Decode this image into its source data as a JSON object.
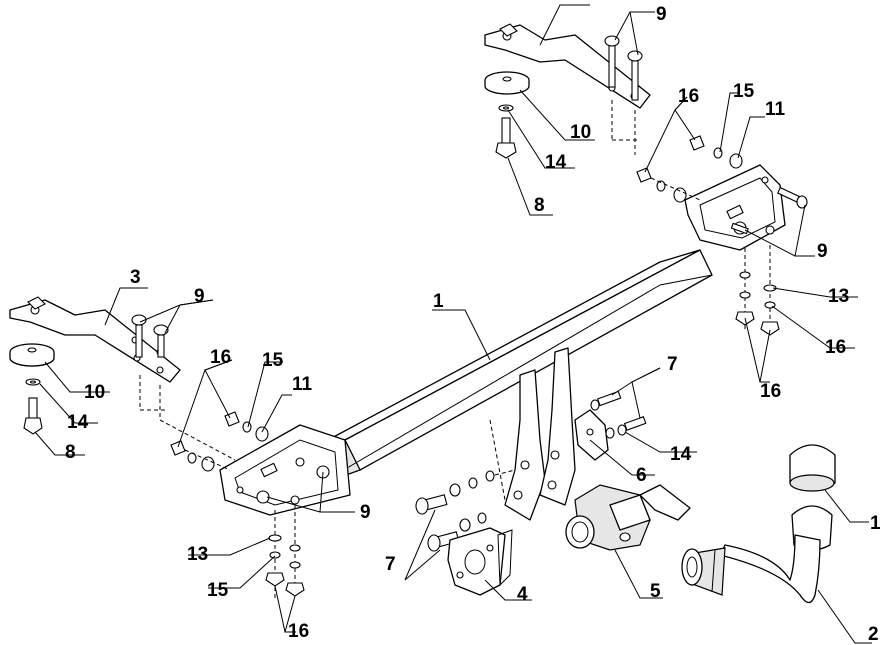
{
  "diagram": {
    "callouts": [
      {
        "id": "c1",
        "text": "1"
      },
      {
        "id": "c1b",
        "text": "1"
      },
      {
        "id": "c2",
        "text": "2"
      },
      {
        "id": "c3",
        "text": "3"
      },
      {
        "id": "c4",
        "text": "4"
      },
      {
        "id": "c5",
        "text": "5"
      },
      {
        "id": "c6",
        "text": "6"
      },
      {
        "id": "c7a",
        "text": "7"
      },
      {
        "id": "c7b",
        "text": "7"
      },
      {
        "id": "c8a",
        "text": "8"
      },
      {
        "id": "c8b",
        "text": "8"
      },
      {
        "id": "c9a",
        "text": "9"
      },
      {
        "id": "c9b",
        "text": "9"
      },
      {
        "id": "c9c",
        "text": "9"
      },
      {
        "id": "c9d",
        "text": "9"
      },
      {
        "id": "c10a",
        "text": "10"
      },
      {
        "id": "c10b",
        "text": "10"
      },
      {
        "id": "c11a",
        "text": "11"
      },
      {
        "id": "c11b",
        "text": "11"
      },
      {
        "id": "c13a",
        "text": "13"
      },
      {
        "id": "c13b",
        "text": "13"
      },
      {
        "id": "c14a",
        "text": "14"
      },
      {
        "id": "c14b",
        "text": "14"
      },
      {
        "id": "c14c",
        "text": "14"
      },
      {
        "id": "c15a",
        "text": "15"
      },
      {
        "id": "c15b",
        "text": "15"
      },
      {
        "id": "c15c",
        "text": "15"
      },
      {
        "id": "c16a",
        "text": "16"
      },
      {
        "id": "c16b",
        "text": "16"
      },
      {
        "id": "c16c",
        "text": "16"
      },
      {
        "id": "c16d",
        "text": "16"
      }
    ]
  }
}
